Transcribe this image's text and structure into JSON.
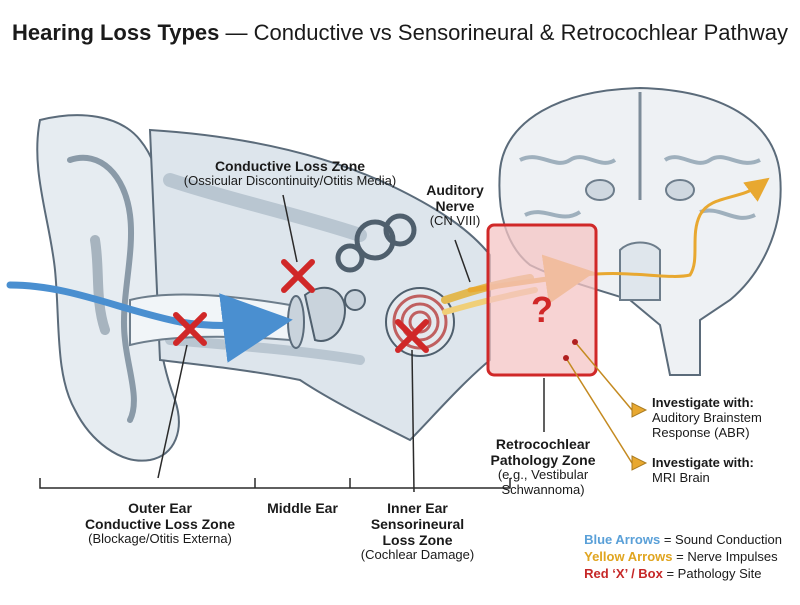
{
  "title": {
    "bold": "Hearing Loss Types",
    "rest": " — Conductive vs Sensorineural & Retrocochlear Pathway"
  },
  "labels": {
    "conductive_zone": {
      "heading": "Conductive Loss Zone",
      "detail": "(Ossicular Discontinuity/Otitis Media)"
    },
    "auditory_nerve": {
      "line1": "Auditory",
      "line2": "Nerve",
      "line3": "(CN VIII)"
    },
    "question_mark": "?",
    "retro_zone": {
      "line1": "Retrocochlear",
      "line2": "Pathology Zone",
      "line3": "(e.g., Vestibular",
      "line4": "Schwannoma)"
    },
    "investigate_abr": {
      "heading": "Investigate with:",
      "line1": "Auditory Brainstem",
      "line2": "Response (ABR)"
    },
    "investigate_mri": {
      "heading": "Investigate with:",
      "line1": "MRI Brain"
    },
    "outer_ear": {
      "line1": "Outer Ear",
      "line2": "Conductive Loss Zone",
      "line3": "(Blockage/Otitis Externa)"
    },
    "middle_ear": {
      "line1": "Middle Ear"
    },
    "inner_ear": {
      "line1": "Inner Ear",
      "line2": "Sensorineural",
      "line3": "Loss Zone",
      "line4": "(Cochlear Damage)"
    }
  },
  "legend": {
    "blue_key": "Blue Arrows",
    "blue_text": " = Sound Conduction",
    "yellow_key": "Yellow Arrows",
    "yellow_text": " = Nerve Impulses",
    "red_key": "Red ‘X’ / Box",
    "red_text": " = Pathology Site"
  },
  "colors": {
    "blue_arrow": "#4a8fd0",
    "yellow_arrow": "#e8a830",
    "red_mark": "#d02828",
    "red_box_fill": "#f4c4c4",
    "tissue": "#dde5ec",
    "outline": "#5b6b7a",
    "legend_blue": "#5aa0d8",
    "legend_yellow": "#e0a520",
    "legend_red": "#c62828"
  }
}
